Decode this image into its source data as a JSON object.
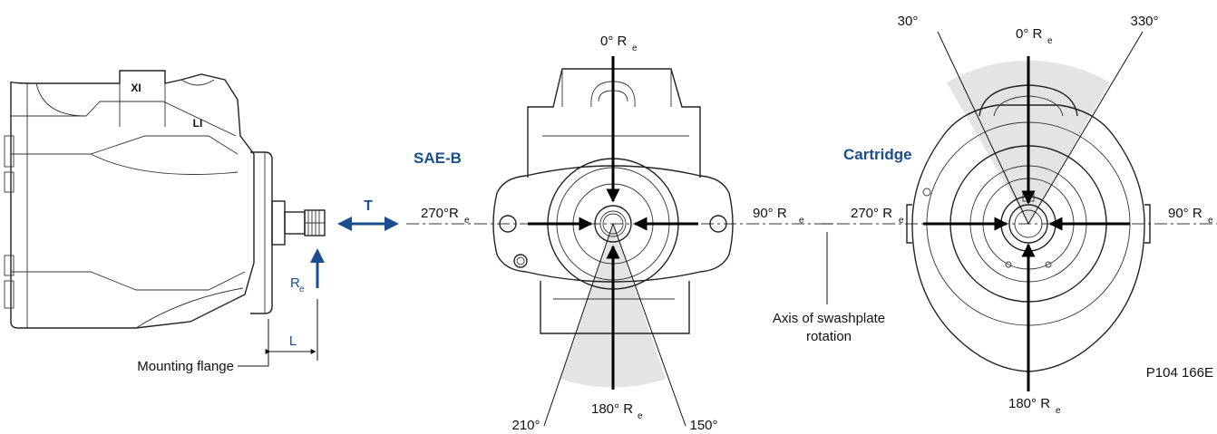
{
  "labels": {
    "sae_b": "SAE-B",
    "cartridge": "Cartridge",
    "thrust": "T",
    "re_left": "R",
    "re_sub": "e",
    "l_dim": "L",
    "mounting_flange": "Mounting flange",
    "axis_line1": "Axis of swashplate",
    "axis_line2": "rotation",
    "part_code": "P104 166E",
    "casting_x": "XI",
    "casting_l": "LI"
  },
  "sae": {
    "top": "0° R",
    "top_sub": "e",
    "left": "270°R",
    "left_sub": "e",
    "right": "90°  R",
    "right_sub": "e",
    "bottom": "180° R",
    "bottom_sub": "e",
    "angle_210": "210°",
    "angle_150": "150°"
  },
  "cart": {
    "top": "0° R",
    "top_sub": "e",
    "left": "270° R",
    "left_sub": "e",
    "right": "90° R",
    "right_sub": "e",
    "bottom": "180° R",
    "bottom_sub": "e",
    "angle_30": "30°",
    "angle_330": "330°"
  },
  "colors": {
    "accent_blue": "#1a4e8c",
    "shade_gray": "#e4e4e4",
    "line": "#222222"
  }
}
